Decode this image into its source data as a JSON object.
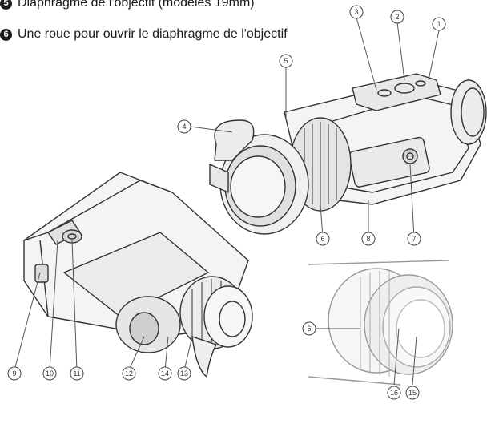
{
  "legend": [
    {
      "num": "5",
      "text": "Diaphragme de l'objectif (modèles 19mm)"
    },
    {
      "num": "6",
      "text": "Une roue pour ouvrir le diaphragme de l'objectif"
    }
  ],
  "callouts": [
    "1",
    "2",
    "3",
    "4",
    "5",
    "6",
    "7",
    "8",
    "9",
    "10",
    "11",
    "12",
    "13",
    "14",
    "6",
    "15",
    "16"
  ]
}
